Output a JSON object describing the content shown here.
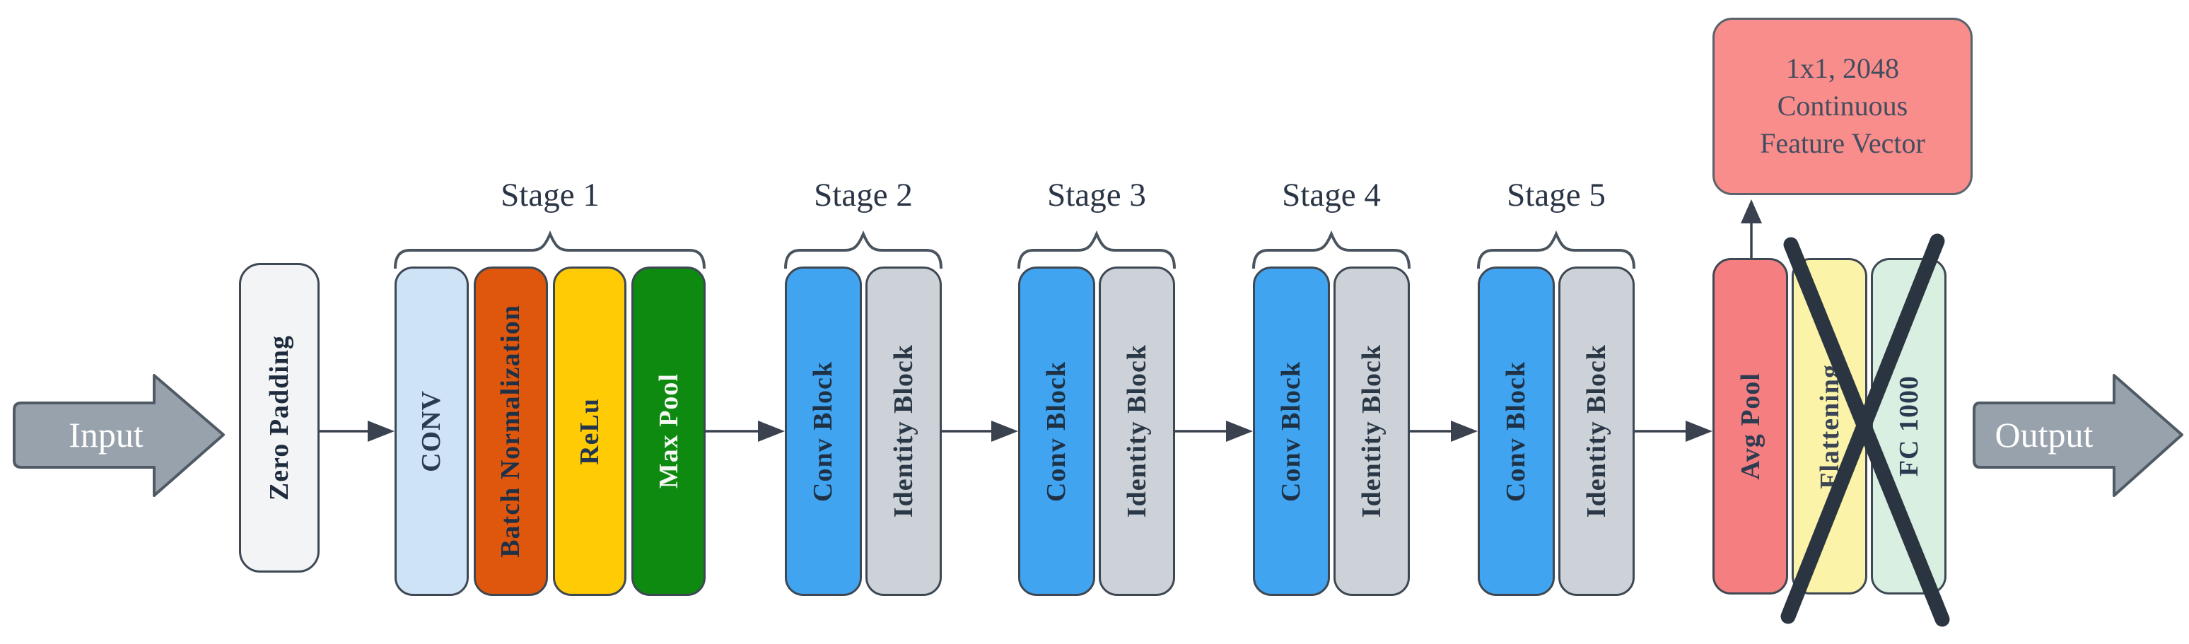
{
  "diagram": {
    "input_label": "Input",
    "output_label": "Output",
    "zero_padding": {
      "label": "Zero Padding",
      "bg": "#F2F4F6",
      "fg": "#1E2B3D"
    },
    "stages": [
      {
        "label": "Stage 1",
        "blocks": [
          {
            "label": "CONV",
            "bg": "#CFE3F6",
            "fg": "#2B3B50"
          },
          {
            "label": "Batch Normalization",
            "bg": "#DE570D",
            "fg": "#1F3147"
          },
          {
            "label": "ReLu",
            "bg": "#FFCB05",
            "fg": "#23364F"
          },
          {
            "label": "Max Pool",
            "bg": "#0E8A11",
            "fg": "#F5F8F3"
          }
        ]
      },
      {
        "label": "Stage 2",
        "blocks": [
          {
            "label": "Conv Block",
            "bg": "#41A4F0",
            "fg": "#1E3145"
          },
          {
            "label": "Identity Block",
            "bg": "#CCD2D7",
            "fg": "#2A3747"
          }
        ]
      },
      {
        "label": "Stage 3",
        "blocks": [
          {
            "label": "Conv Block",
            "bg": "#41A4F0",
            "fg": "#1E3145"
          },
          {
            "label": "Identity Block",
            "bg": "#CCD2D7",
            "fg": "#2A3747"
          }
        ]
      },
      {
        "label": "Stage 4",
        "blocks": [
          {
            "label": "Conv Block",
            "bg": "#41A4F0",
            "fg": "#1E3145"
          },
          {
            "label": "Identity Block",
            "bg": "#CCD2D7",
            "fg": "#2A3747"
          }
        ]
      },
      {
        "label": "Stage 5",
        "blocks": [
          {
            "label": "Conv Block",
            "bg": "#41A4F0",
            "fg": "#1E3145"
          },
          {
            "label": "Identity Block",
            "bg": "#CCD2D7",
            "fg": "#2A3747"
          }
        ]
      }
    ],
    "tail_blocks": [
      {
        "label": "Avg Pool",
        "bg": "#F57F80",
        "fg": "#2E3C52"
      },
      {
        "label": "Flattening",
        "bg": "#FAF3A8",
        "fg": "#3A4454"
      },
      {
        "label": "FC 1000",
        "bg": "#D9EFE1",
        "fg": "#2B3A50"
      }
    ],
    "feature_vector": {
      "line1": "1x1, 2048",
      "line2": "Continuous",
      "line3": "Feature Vector",
      "bg": "#F98D8B",
      "fg": "#414D5F"
    },
    "colors": {
      "background": "#FFFFFF",
      "arrow_fill": "#98A2AC",
      "arrow_border": "#4F5A64",
      "arrow_text": "#FFFFFF",
      "connector": "#39424E",
      "brace": "#4A545E",
      "cross": "#2B3541",
      "stage_label": "#2A3546"
    }
  }
}
